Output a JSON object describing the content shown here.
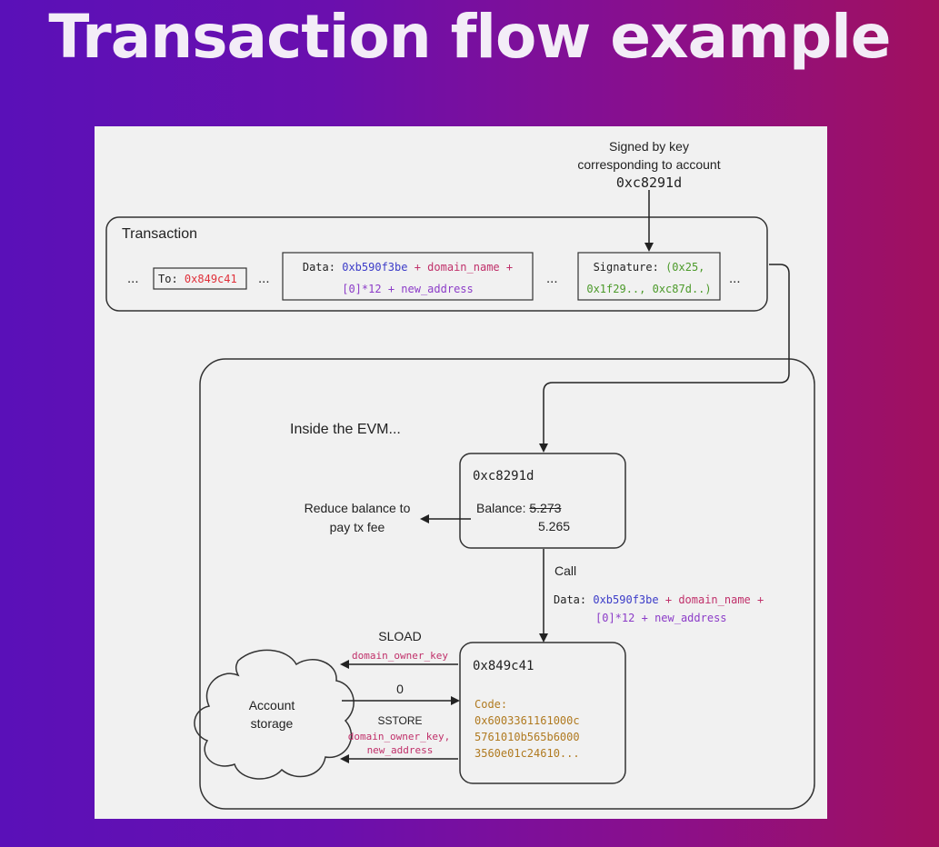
{
  "slide": {
    "title": "Transaction flow example"
  },
  "signed": {
    "line1": "Signed by key",
    "line2": "corresponding to account",
    "account": "0xc8291d"
  },
  "transaction": {
    "title": "Transaction",
    "ellipsis": "...",
    "to_label": "To:",
    "to_value": "0x849c41",
    "data_label": "Data:",
    "data_selector": "0xb590f3be",
    "plus": "+",
    "data_domain": "domain_name",
    "data_zero": "[0]*12",
    "data_newaddr": "new_address",
    "sig_label": "Signature:",
    "sig_line1": "(0x25,",
    "sig_line2": "0x1f29.., 0xc87d..)"
  },
  "evm": {
    "title": "Inside the EVM...",
    "sender": {
      "address": "0xc8291d",
      "balance_label": "Balance:",
      "balance_old": "5.273",
      "balance_new": "5.265"
    },
    "reduce": {
      "line1": "Reduce balance to",
      "line2": "pay tx fee"
    },
    "call_label": "Call",
    "call_data": {
      "label": "Data:",
      "selector": "0xb590f3be",
      "plus": "+",
      "domain": "domain_name",
      "zero": "[0]*12",
      "newaddr": "new_address"
    },
    "contract": {
      "address": "0x849c41",
      "code_label": "Code:",
      "code_lines": [
        "0x6003361161000c",
        "5761010b565b6000",
        "3560e01c24610..."
      ]
    },
    "storage": {
      "line1": "Account",
      "line2": "storage"
    },
    "sload": {
      "label": "SLOAD",
      "key": "domain_owner_key"
    },
    "return_value": "0",
    "sstore": {
      "label": "SSTORE",
      "key": "domain_owner_key,",
      "value": "new_address"
    }
  }
}
